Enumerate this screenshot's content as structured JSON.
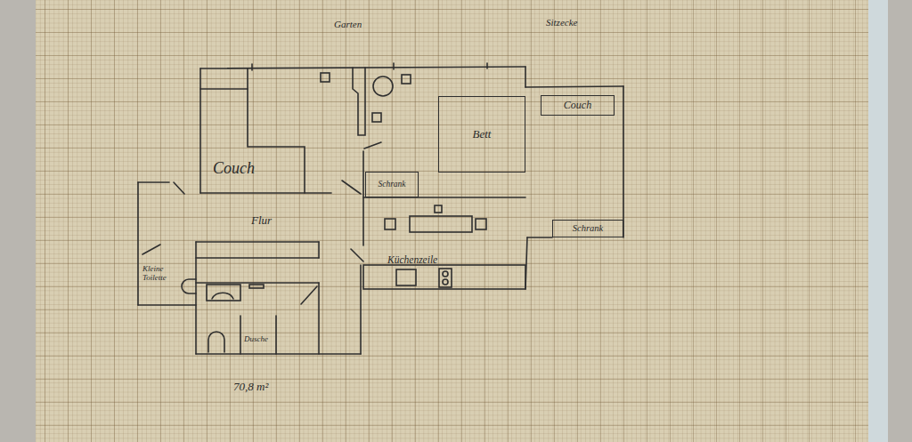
{
  "diagram": {
    "nodes": [
      {
        "text": [
          "Bett"
        ]
      },
      {
        "text": [
          "Couch"
        ]
      },
      {
        "text": [
          "Schrank"
        ]
      },
      {
        "text": [
          "Schrank"
        ]
      }
    ],
    "labels": [
      "Garten",
      "Sitzecke",
      "Couch",
      "Flur",
      "Kleine Toilette",
      "Dusche",
      "Küchenzeile",
      "70,8 m²"
    ]
  }
}
